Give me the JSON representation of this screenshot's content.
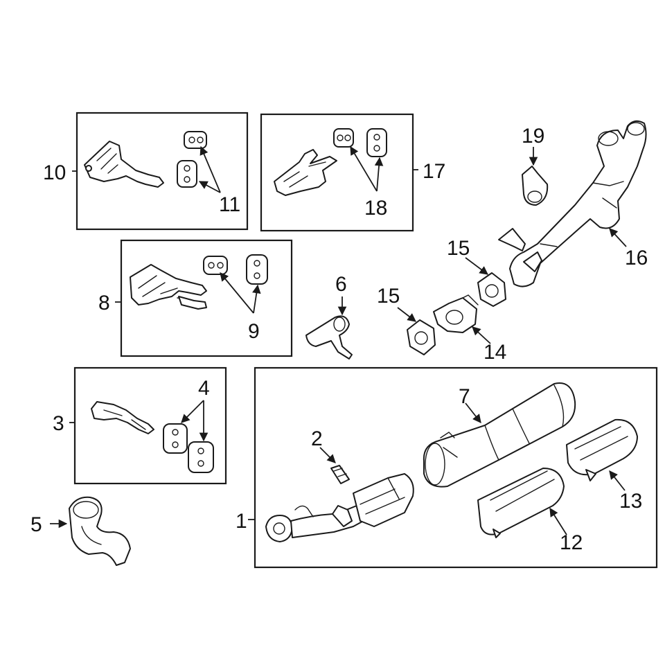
{
  "callouts": {
    "c1": "1",
    "c2": "2",
    "c3": "3",
    "c4": "4",
    "c5": "5",
    "c6": "6",
    "c7": "7",
    "c8": "8",
    "c9": "9",
    "c10": "10",
    "c11": "11",
    "c12": "12",
    "c13": "13",
    "c14": "14",
    "c15a": "15",
    "c15b": "15",
    "c16": "16",
    "c17": "17",
    "c18": "18",
    "c19": "19"
  },
  "colors": {
    "line": "#1a1a1a",
    "background": "#ffffff"
  }
}
